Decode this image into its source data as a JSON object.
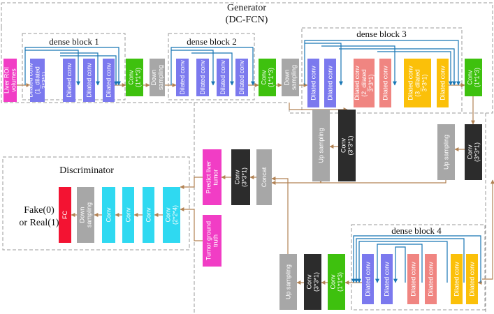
{
  "generator": {
    "title": "Generator",
    "subtitle": "(DC-FCN)"
  },
  "discriminator": {
    "title": "Discriminator",
    "output_line1": "Fake(0)",
    "output_line2": "or Real(1)"
  },
  "dense_block_labels": [
    "dense block 1",
    "dense block 2",
    "dense block 3",
    "dense block 4"
  ],
  "colors": {
    "magenta": "#f13dc5",
    "purple": "#7b79ee",
    "green": "#3ec10e",
    "gray": "#a7a7a7",
    "salmon": "#f08581",
    "yellow": "#fbc009",
    "black": "#2c2c2c",
    "cyan": "#2fd9f1",
    "red": "#f31332",
    "arrow": "#b28253",
    "skip": "#1876b4"
  },
  "blocks": [
    {
      "id": "liver-roi-volumes",
      "color": "magenta",
      "lines": [
        "Liver ROI",
        "volumes"
      ]
    },
    {
      "id": "db1-dilated-conv-1",
      "color": "purple",
      "lines": [
        "Dilated conv",
        "(1_dilated",
        "3*3*1)"
      ]
    },
    {
      "id": "db1-dilated-conv-2",
      "color": "purple",
      "lines": [
        "Dilated conv"
      ]
    },
    {
      "id": "db1-dilated-conv-3",
      "color": "purple",
      "lines": [
        "Dilated conv"
      ]
    },
    {
      "id": "db1-dilated-conv-4",
      "color": "purple",
      "lines": [
        "Dilated conv"
      ]
    },
    {
      "id": "conv-1x1x3-a",
      "color": "green",
      "lines": [
        "Conv",
        "(1*1*3)"
      ]
    },
    {
      "id": "down-sampling-1",
      "color": "gray",
      "lines": [
        "Down",
        "sampling"
      ]
    },
    {
      "id": "db2-dilated-conv-1",
      "color": "purple",
      "lines": [
        "Dilated conv"
      ]
    },
    {
      "id": "db2-dilated-conv-2",
      "color": "purple",
      "lines": [
        "Dilated conv"
      ]
    },
    {
      "id": "db2-dilated-conv-3",
      "color": "purple",
      "lines": [
        "Dilated conv"
      ]
    },
    {
      "id": "db2-dilated-conv-4",
      "color": "purple",
      "lines": [
        "Dilated conv"
      ]
    },
    {
      "id": "conv-1x1x3-b",
      "color": "green",
      "lines": [
        "Conv",
        "(1*1*3)"
      ]
    },
    {
      "id": "down-sampling-2",
      "color": "gray",
      "lines": [
        "Down",
        "sampling"
      ]
    },
    {
      "id": "db3-dilated-conv-1",
      "color": "purple",
      "lines": [
        "Dilated conv"
      ]
    },
    {
      "id": "db3-dilated-conv-2",
      "color": "purple",
      "lines": [
        "Dilated conv"
      ]
    },
    {
      "id": "db3-dilated-conv-3",
      "color": "salmon",
      "lines": [
        "Dilated conv",
        "(2_dilated",
        "3*3*1)"
      ]
    },
    {
      "id": "db3-dilated-conv-4",
      "color": "salmon",
      "lines": [
        "Dilated conv"
      ]
    },
    {
      "id": "db3-dilated-conv-5",
      "color": "yellow",
      "lines": [
        "Dilated conv",
        "(3_dilated",
        "3*3*1)"
      ]
    },
    {
      "id": "db3-dilated-conv-6",
      "color": "yellow",
      "lines": [
        "Dilated conv"
      ]
    },
    {
      "id": "conv-1x1x3-c",
      "color": "green",
      "lines": [
        "Conv",
        "(1*1*3)"
      ]
    },
    {
      "id": "conv-3x3x1-a",
      "color": "black",
      "lines": [
        "Conv",
        "(3*3*1)"
      ]
    },
    {
      "id": "up-sampling-1",
      "color": "gray",
      "lines": [
        "Up sampling"
      ]
    },
    {
      "id": "conv-3x3x1-b",
      "color": "black",
      "lines": [
        "Conv",
        "(3*3*1)"
      ]
    },
    {
      "id": "up-sampling-2",
      "color": "gray",
      "lines": [
        "Up sampling"
      ]
    },
    {
      "id": "concat",
      "color": "gray",
      "lines": [
        "Concat"
      ]
    },
    {
      "id": "conv-3x3x1-c",
      "color": "black",
      "lines": [
        "Conv",
        "(3*3*1)"
      ]
    },
    {
      "id": "predict-liver-tumor",
      "color": "magenta",
      "lines": [
        "Predict liver",
        "tumor"
      ]
    },
    {
      "id": "tumor-ground-truth",
      "color": "magenta",
      "lines": [
        "Tumor ground",
        "truth"
      ]
    },
    {
      "id": "disc-conv-1",
      "color": "cyan",
      "lines": [
        "Conv",
        "(2*2*4)"
      ]
    },
    {
      "id": "disc-conv-2",
      "color": "cyan",
      "lines": [
        "Conv"
      ]
    },
    {
      "id": "disc-conv-3",
      "color": "cyan",
      "lines": [
        "Conv"
      ]
    },
    {
      "id": "disc-conv-4",
      "color": "cyan",
      "lines": [
        "Conv"
      ]
    },
    {
      "id": "disc-down-sampling",
      "color": "gray",
      "lines": [
        "Down",
        "sampling"
      ]
    },
    {
      "id": "disc-fc",
      "color": "red",
      "lines": [
        "FC"
      ]
    },
    {
      "id": "up-sampling-3",
      "color": "gray",
      "lines": [
        "Up sampling"
      ]
    },
    {
      "id": "conv-3x3x1-d",
      "color": "black",
      "lines": [
        "Conv",
        "(3*3*1)"
      ]
    },
    {
      "id": "conv-1x1x3-d",
      "color": "green",
      "lines": [
        "Conv",
        "(1*1*3)"
      ]
    },
    {
      "id": "db4-dilated-conv-1",
      "color": "purple",
      "lines": [
        "Dilated conv"
      ]
    },
    {
      "id": "db4-dilated-conv-2",
      "color": "purple",
      "lines": [
        "Dilated conv"
      ]
    },
    {
      "id": "db4-dilated-conv-3",
      "color": "salmon",
      "lines": [
        "Dilated conv"
      ]
    },
    {
      "id": "db4-dilated-conv-4",
      "color": "salmon",
      "lines": [
        "Dilated conv"
      ]
    },
    {
      "id": "db4-dilated-conv-5",
      "color": "yellow",
      "lines": [
        "Dilated conv"
      ]
    },
    {
      "id": "db4-dilated-conv-6",
      "color": "yellow",
      "lines": [
        "Dilated conv"
      ]
    }
  ]
}
